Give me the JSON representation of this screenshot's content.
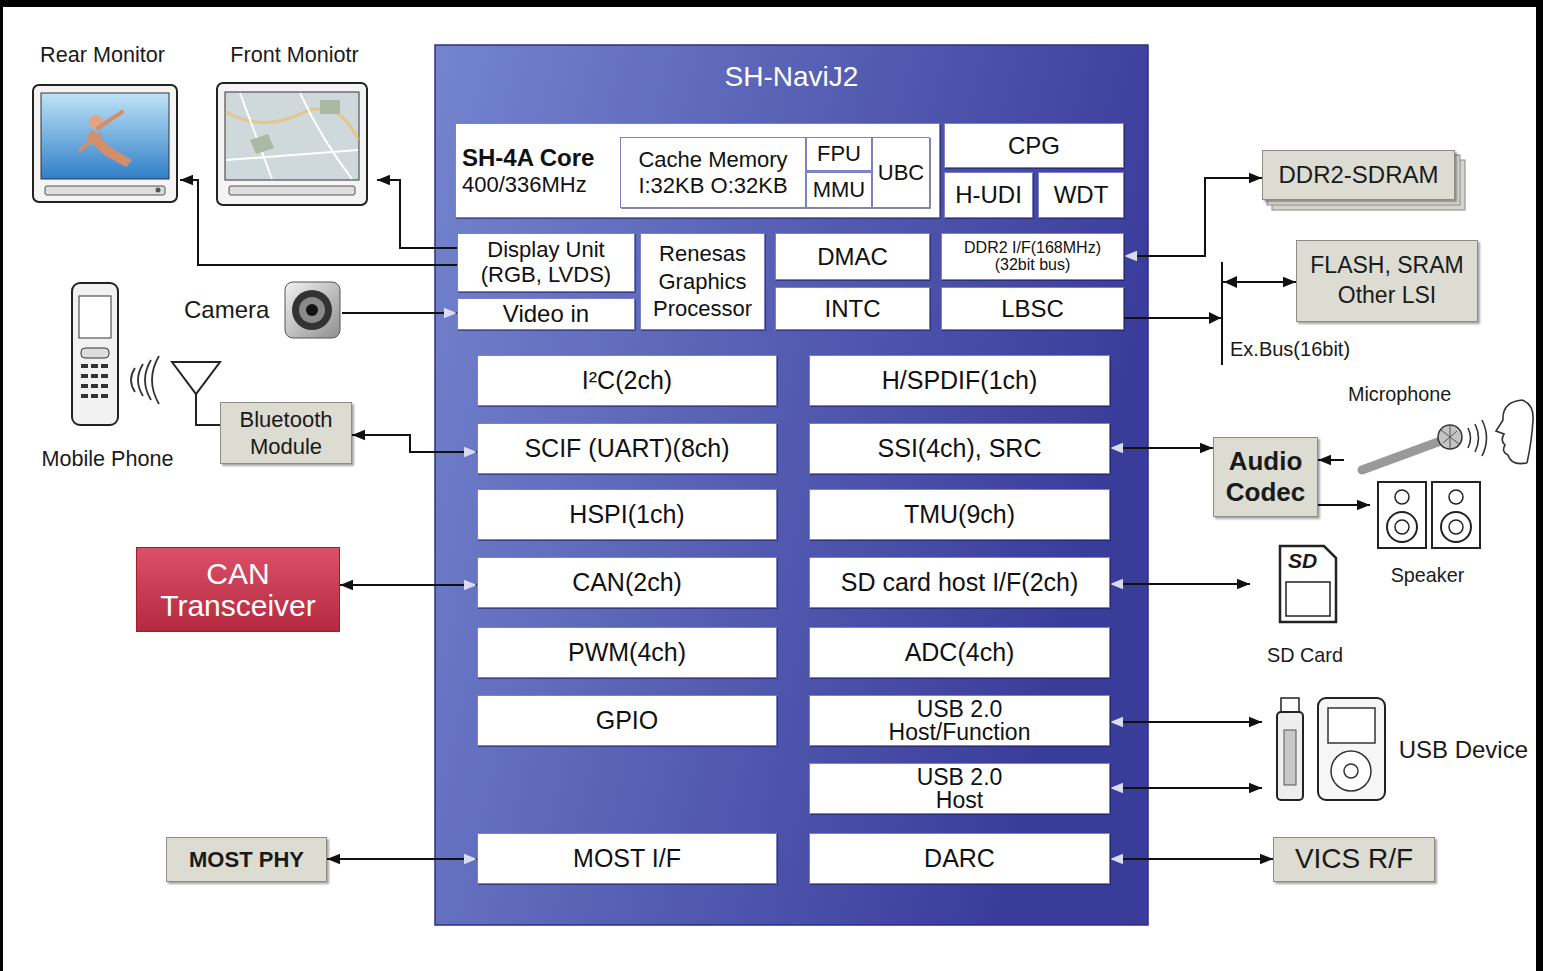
{
  "diagram": {
    "nodes": [
      {
        "text": [
          "SH-NaviJ2"
        ]
      },
      {
        "text": [
          "SH-4A Core",
          "400/336MHz"
        ],
        "in": 0
      },
      {
        "text": [
          "Cache Memory",
          "I:32KB O:32KB"
        ],
        "in": 1
      },
      {
        "text": [
          "FPU"
        ],
        "in": 1
      },
      {
        "text": [
          "MMU"
        ],
        "in": 1
      },
      {
        "text": [
          "UBC"
        ],
        "in": 1
      },
      {
        "text": [
          "CPG"
        ],
        "in": 0
      },
      {
        "text": [
          "H-UDI"
        ],
        "in": 0
      },
      {
        "text": [
          "WDT"
        ],
        "in": 0
      },
      {
        "text": [
          "Display Unit (RGB, LVDS)"
        ],
        "in": 0
      },
      {
        "text": [
          "Renesas Graphics Processor"
        ],
        "in": 0
      },
      {
        "text": [
          "DMAC"
        ],
        "in": 0
      },
      {
        "text": [
          "DDR2 I/F(168MHz) (32bit bus)"
        ],
        "in": 0
      },
      {
        "text": [
          "Video in"
        ],
        "in": 0
      },
      {
        "text": [
          "INTC"
        ],
        "in": 0
      },
      {
        "text": [
          "LBSC"
        ],
        "in": 0
      },
      {
        "text": [
          "I²C(2ch)"
        ],
        "in": 0
      },
      {
        "text": [
          "H/SPDIF(1ch)"
        ],
        "in": 0
      },
      {
        "text": [
          "SCIF (UART)(8ch)"
        ],
        "in": 0
      },
      {
        "text": [
          "SSI(4ch), SRC"
        ],
        "in": 0
      },
      {
        "text": [
          "HSPI(1ch)"
        ],
        "in": 0
      },
      {
        "text": [
          "TMU(9ch)"
        ],
        "in": 0
      },
      {
        "text": [
          "CAN(2ch)"
        ],
        "in": 0
      },
      {
        "text": [
          "SD card host I/F(2ch)"
        ],
        "in": 0
      },
      {
        "text": [
          "PWM(4ch)"
        ],
        "in": 0
      },
      {
        "text": [
          "ADC(4ch)"
        ],
        "in": 0
      },
      {
        "text": [
          "GPIO"
        ],
        "in": 0
      },
      {
        "text": [
          "USB 2.0 Host/Function"
        ],
        "in": 0
      },
      {
        "text": [
          "USB 2.0 Host"
        ],
        "in": 0
      },
      {
        "text": [
          "MOST I/F"
        ],
        "in": 0
      },
      {
        "text": [
          "DARC"
        ],
        "in": 0
      },
      {
        "text": [
          "Rear Monitor"
        ]
      },
      {
        "text": [
          "Front Moniotr"
        ]
      },
      {
        "text": [
          "Camera"
        ]
      },
      {
        "text": [
          "Mobile Phone"
        ]
      },
      {
        "text": [
          "Bluetooth Module"
        ]
      },
      {
        "text": [
          "CAN Transceiver"
        ]
      },
      {
        "text": [
          "MOST PHY"
        ]
      },
      {
        "text": [
          "DDR2-SDRAM"
        ]
      },
      {
        "text": [
          "FLASH, SRAM Other LSI"
        ]
      },
      {
        "text": [
          "Audio Codec"
        ]
      },
      {
        "text": [
          "Microphone"
        ]
      },
      {
        "text": [
          "Speaker"
        ]
      },
      {
        "text": [
          "SD Card"
        ]
      },
      {
        "text": [
          "USB Device"
        ]
      },
      {
        "text": [
          "VICS R/F"
        ]
      }
    ],
    "edges": [
      {
        "from": 9,
        "to": 31,
        "arrow": "to"
      },
      {
        "from": 9,
        "to": 32,
        "arrow": "to"
      },
      {
        "from": 33,
        "to": 13,
        "arrow": "to"
      },
      {
        "from": 35,
        "to": 18,
        "arrow": "both"
      },
      {
        "from": 36,
        "to": 22,
        "arrow": "both"
      },
      {
        "from": 37,
        "to": 29,
        "arrow": "both"
      },
      {
        "from": 12,
        "to": 38,
        "arrow": "both"
      },
      {
        "from": 15,
        "to": 39,
        "arrow": "to"
      },
      {
        "from": 19,
        "to": 40,
        "arrow": "both"
      },
      {
        "from": 41,
        "to": 40,
        "arrow": "to"
      },
      {
        "from": 40,
        "to": 42,
        "arrow": "to"
      },
      {
        "from": 23,
        "to": 43,
        "arrow": "both"
      },
      {
        "from": 27,
        "to": 44,
        "arrow": "both"
      },
      {
        "from": 28,
        "to": 44,
        "arrow": "both"
      },
      {
        "from": 30,
        "to": 45,
        "arrow": "both"
      }
    ],
    "labels": [
      "Ex.Bus(16bit)",
      "SD"
    ]
  }
}
